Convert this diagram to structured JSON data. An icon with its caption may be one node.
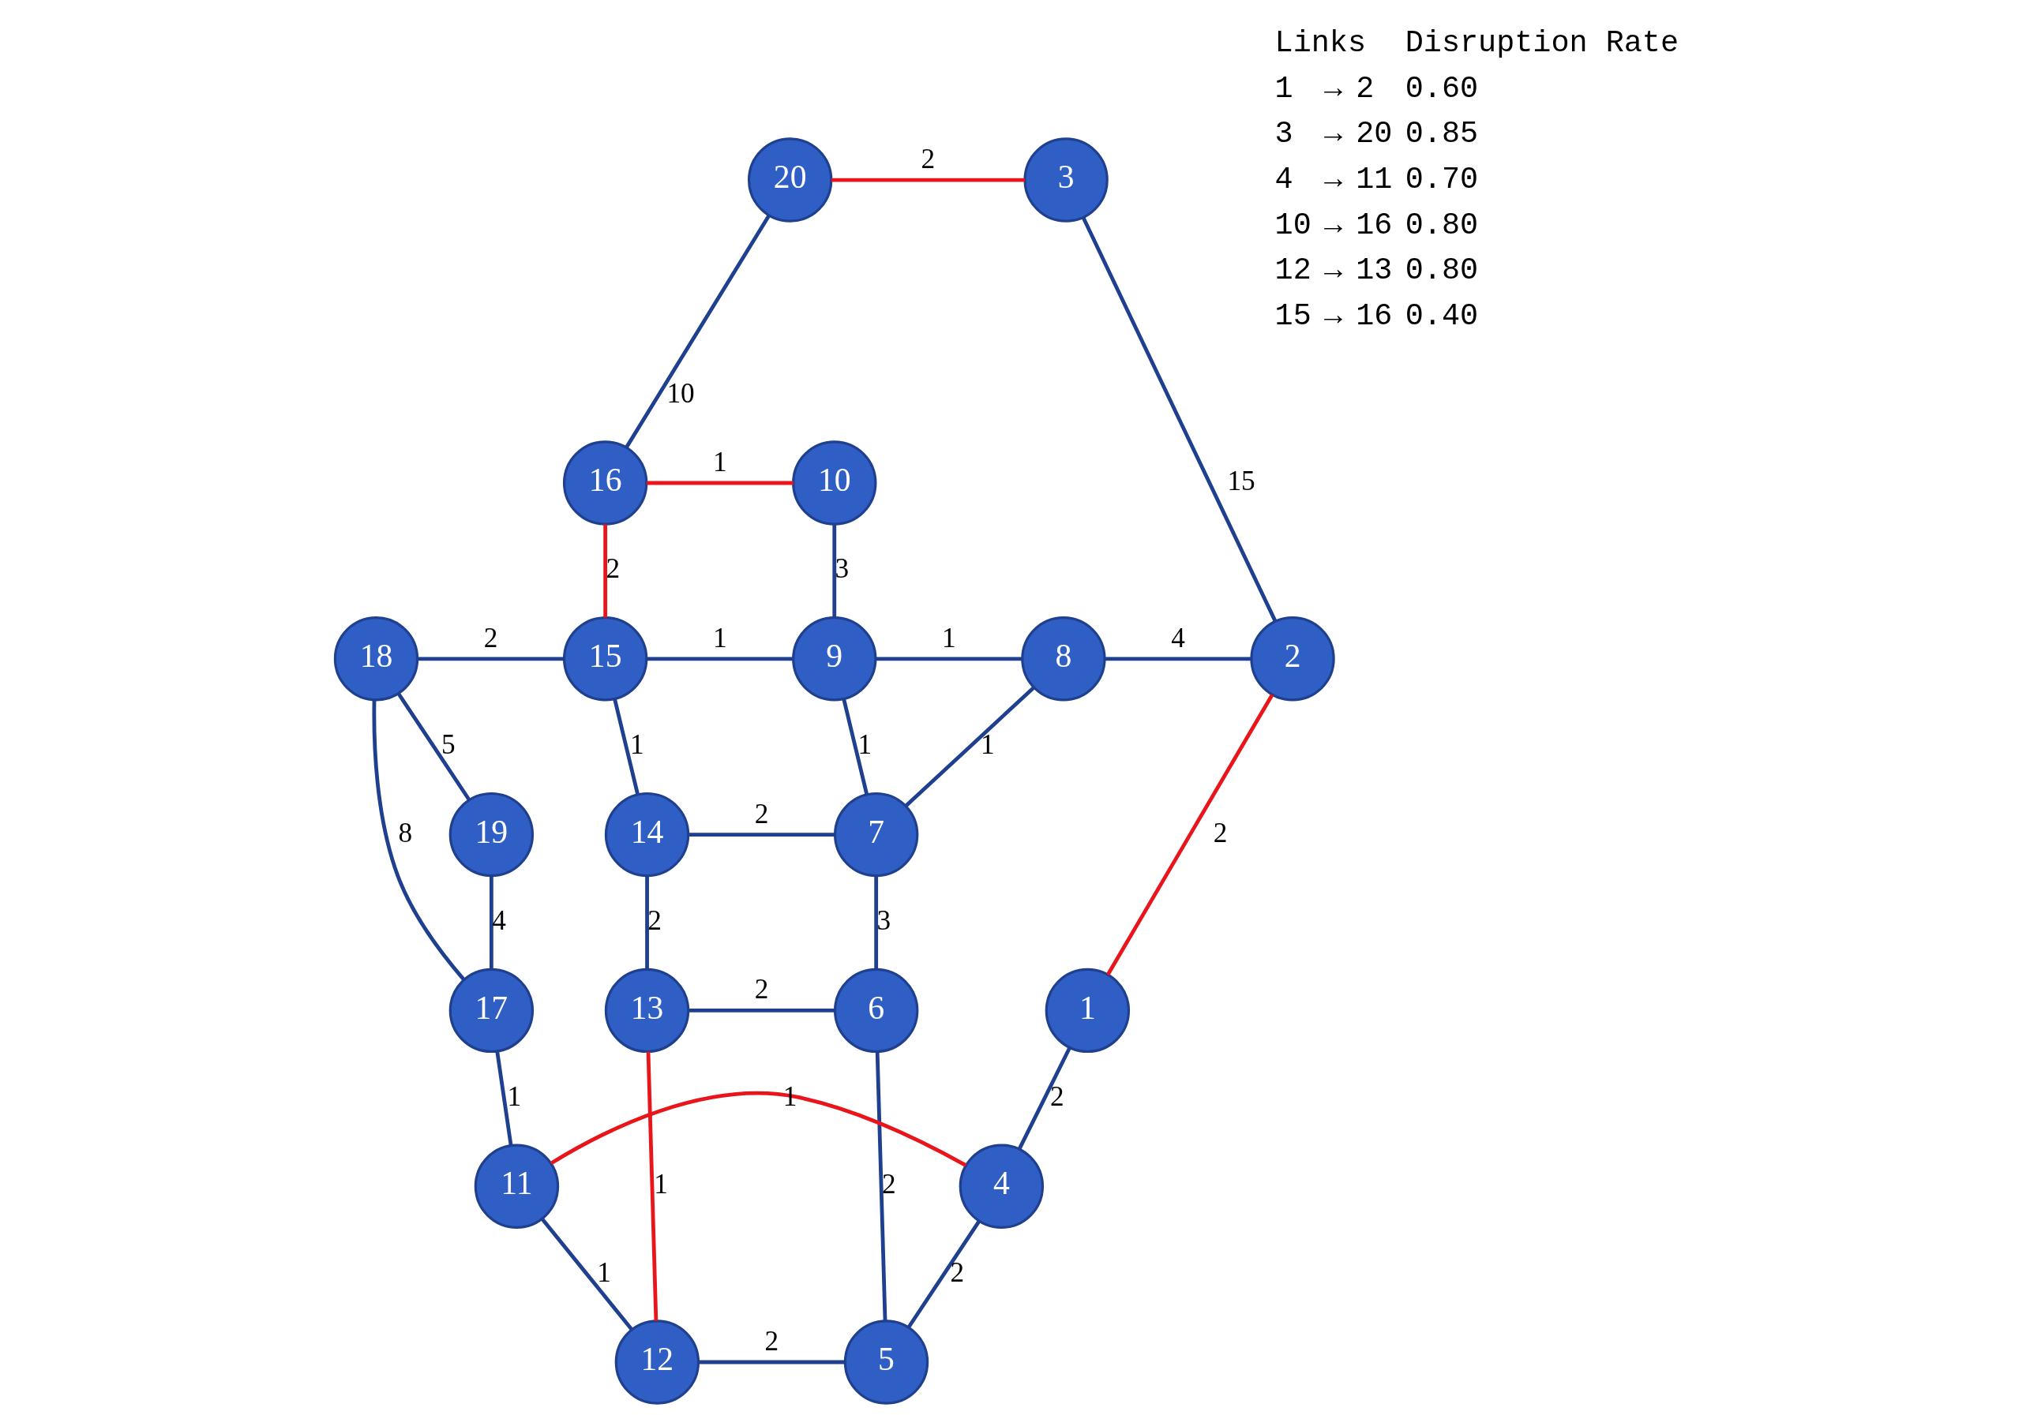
{
  "diagram": {
    "nodes": [
      {
        "text": [
          "1"
        ]
      },
      {
        "text": [
          "2"
        ]
      },
      {
        "text": [
          "3"
        ]
      },
      {
        "text": [
          "4"
        ]
      },
      {
        "text": [
          "5"
        ]
      },
      {
        "text": [
          "6"
        ]
      },
      {
        "text": [
          "7"
        ]
      },
      {
        "text": [
          "8"
        ]
      },
      {
        "text": [
          "9"
        ]
      },
      {
        "text": [
          "10"
        ]
      },
      {
        "text": [
          "11"
        ]
      },
      {
        "text": [
          "12"
        ]
      },
      {
        "text": [
          "13"
        ]
      },
      {
        "text": [
          "14"
        ]
      },
      {
        "text": [
          "15"
        ]
      },
      {
        "text": [
          "16"
        ]
      },
      {
        "text": [
          "17"
        ]
      },
      {
        "text": [
          "18"
        ]
      },
      {
        "text": [
          "19"
        ]
      },
      {
        "text": [
          "20"
        ]
      }
    ],
    "edges": [
      {
        "from": 19,
        "to": 2,
        "arrow": "none",
        "label": "2",
        "color": "#e8151b"
      },
      {
        "from": 19,
        "to": 15,
        "arrow": "none",
        "label": "10"
      },
      {
        "from": 15,
        "to": 9,
        "arrow": "none",
        "label": "1",
        "color": "#e8151b"
      },
      {
        "from": 2,
        "to": 1,
        "arrow": "none",
        "label": "15"
      },
      {
        "from": 15,
        "to": 14,
        "arrow": "none",
        "label": "2",
        "color": "#e8151b"
      },
      {
        "from": 9,
        "to": 8,
        "arrow": "none",
        "label": "3"
      },
      {
        "from": 17,
        "to": 14,
        "arrow": "none",
        "label": "2"
      },
      {
        "from": 14,
        "to": 8,
        "arrow": "none",
        "label": "1"
      },
      {
        "from": 8,
        "to": 7,
        "arrow": "none",
        "label": "1"
      },
      {
        "from": 7,
        "to": 1,
        "arrow": "none",
        "label": "4"
      },
      {
        "from": 17,
        "to": 18,
        "arrow": "none",
        "label": "5"
      },
      {
        "from": 14,
        "to": 13,
        "arrow": "none",
        "label": "1"
      },
      {
        "from": 8,
        "to": 6,
        "arrow": "none",
        "label": "1"
      },
      {
        "from": 7,
        "to": 6,
        "arrow": "none",
        "label": "1"
      },
      {
        "from": 1,
        "to": 0,
        "arrow": "none",
        "label": "2",
        "color": "#e8151b"
      },
      {
        "from": 17,
        "to": 16,
        "arrow": "none",
        "label": "8"
      },
      {
        "from": 18,
        "to": 16,
        "arrow": "none",
        "label": "4"
      },
      {
        "from": 13,
        "to": 6,
        "arrow": "none",
        "label": "2"
      },
      {
        "from": 13,
        "to": 12,
        "arrow": "none",
        "label": "2"
      },
      {
        "from": 6,
        "to": 5,
        "arrow": "none",
        "label": "3"
      },
      {
        "from": 12,
        "to": 5,
        "arrow": "none",
        "label": "2"
      },
      {
        "from": 12,
        "to": 11,
        "arrow": "none",
        "label": "1",
        "color": "#e8151b"
      },
      {
        "from": 5,
        "to": 4,
        "arrow": "none",
        "label": "2"
      },
      {
        "from": 16,
        "to": 10,
        "arrow": "none",
        "label": "1"
      },
      {
        "from": 11,
        "to": 4,
        "arrow": "none",
        "label": "2"
      },
      {
        "from": 10,
        "to": 11,
        "arrow": "none",
        "label": "1"
      },
      {
        "from": 4,
        "to": 3,
        "arrow": "none",
        "label": "2"
      },
      {
        "from": 0,
        "to": 3,
        "arrow": "none",
        "label": "2"
      },
      {
        "from": 10,
        "to": 3,
        "arrow": "none",
        "label": "1",
        "color": "#e8151b"
      }
    ],
    "labels": [
      "Links",
      "Disruption Rate",
      "1",
      "→",
      "2",
      "0.60",
      "3",
      "→",
      "20",
      "0.85",
      "4",
      "→",
      "11",
      "0.70",
      "10",
      "→",
      "16",
      "0.80",
      "12",
      "→",
      "13",
      "0.80",
      "15",
      "→",
      "16",
      "0.40"
    ]
  }
}
